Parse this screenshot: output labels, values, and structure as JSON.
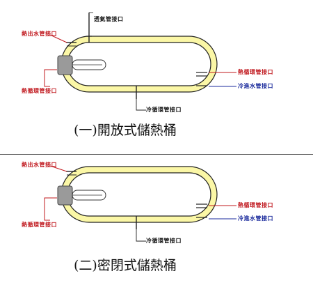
{
  "diagram_a": {
    "labels": {
      "vent_pipe": "透氣管接口",
      "hot_water_out": "熱出水管接口",
      "hot_circ_left": "熱循環管接口",
      "hot_circ_right": "熱循環管接口",
      "cold_in": "冷進水管接口",
      "cold_circ": "冷循環管接口"
    },
    "caption": "(一)開放式儲熱桶"
  },
  "diagram_b": {
    "labels": {
      "hot_water_out": "熱出水管接口",
      "hot_circ_left": "熱循環管接口",
      "hot_circ_right": "熱循環管接口",
      "cold_in": "冷進水管接口",
      "cold_circ": "冷循環管接口"
    },
    "caption": "(二)密閉式儲熱桶"
  },
  "colors": {
    "tank_fill": "#fbf7a6",
    "outline": "#222222",
    "heater": "#9a9a9a",
    "red_text": "#c0181e",
    "blue_text": "#1a2a9c"
  }
}
